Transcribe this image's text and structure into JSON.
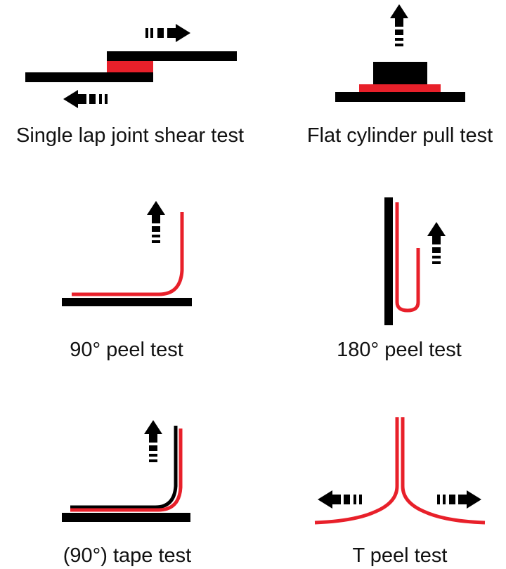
{
  "colors": {
    "substrate": "#000000",
    "adhesive": "#e8202a",
    "arrow": "#000000",
    "background": "#ffffff"
  },
  "icons": {
    "arrow": "dashed-arrow-icon"
  },
  "panels": [
    {
      "id": "single-lap",
      "caption": "Single lap joint shear test"
    },
    {
      "id": "flat-cylinder",
      "caption": "Flat cylinder pull test"
    },
    {
      "id": "peel-90",
      "caption": "90° peel test"
    },
    {
      "id": "peel-180",
      "caption": "180° peel test"
    },
    {
      "id": "tape",
      "caption": "(90°) tape test"
    },
    {
      "id": "t-peel",
      "caption": "T peel test"
    }
  ]
}
